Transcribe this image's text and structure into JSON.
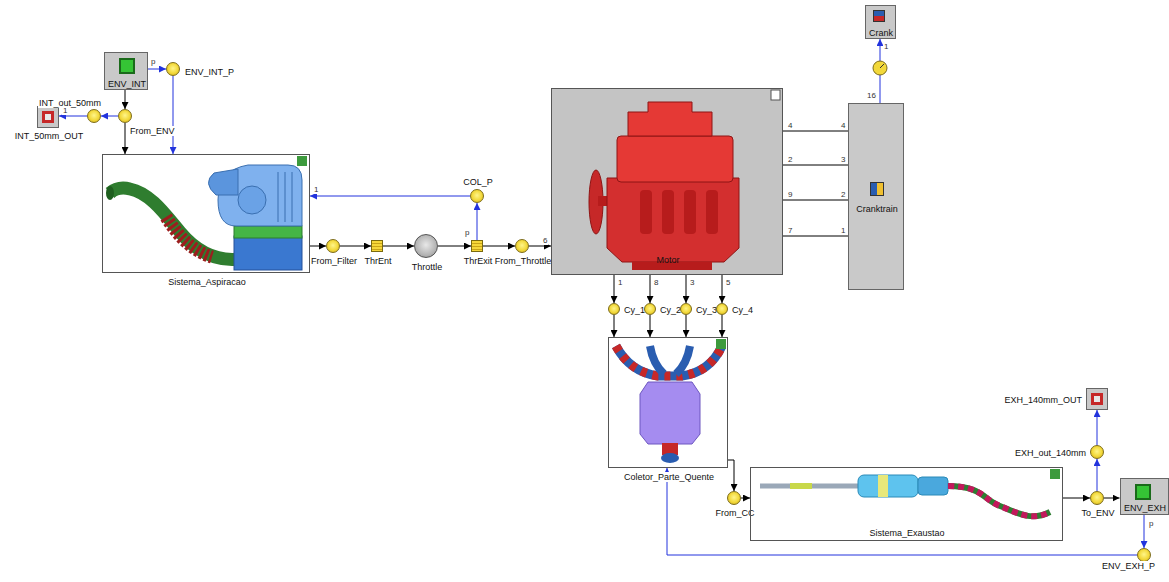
{
  "diagram": {
    "nodes": [
      {
        "text": [
          "ENV_INT"
        ]
      },
      {
        "text": [
          "ENV_INT_P"
        ]
      },
      {
        "text": [
          "INT_50mm_OUT"
        ]
      },
      {
        "text": [
          "INT_out_50mm"
        ]
      },
      {
        "text": [
          "From_ENV"
        ]
      },
      {
        "text": [
          "Sistema_Aspiracao"
        ]
      },
      {
        "text": [
          "COL_P"
        ]
      },
      {
        "text": [
          "From_Filter"
        ]
      },
      {
        "text": [
          "ThrEnt"
        ]
      },
      {
        "text": [
          "Throttle"
        ]
      },
      {
        "text": [
          "ThrExit"
        ]
      },
      {
        "text": [
          "From_Throttle"
        ]
      },
      {
        "text": [
          "Motor"
        ]
      },
      {
        "text": [
          "Crank"
        ]
      },
      {
        "text": [
          "Cranktrain"
        ]
      },
      {
        "text": [
          "Cy_1"
        ]
      },
      {
        "text": [
          "Cy_2"
        ]
      },
      {
        "text": [
          "Cy_3"
        ]
      },
      {
        "text": [
          "Cy_4"
        ]
      },
      {
        "text": [
          "Coletor_Parte_Quente"
        ]
      },
      {
        "text": [
          "From_CC"
        ]
      },
      {
        "text": [
          "Sistema_Exaustao"
        ]
      },
      {
        "text": [
          "To_ENV"
        ]
      },
      {
        "text": [
          "ENV_EXH"
        ]
      },
      {
        "text": [
          "EXH_140mm_OUT"
        ]
      },
      {
        "text": [
          "EXH_out_140mm"
        ]
      },
      {
        "text": [
          "ENV_EXH_P"
        ]
      }
    ],
    "edges": [
      {
        "from": 0,
        "to": 4,
        "arrow": "to"
      },
      {
        "from": 4,
        "to": 5,
        "arrow": "to"
      },
      {
        "from": 0,
        "to": 1,
        "arrow": "to"
      },
      {
        "from": 1,
        "to": 5,
        "arrow": "to"
      },
      {
        "from": 4,
        "to": 3,
        "arrow": "to"
      },
      {
        "from": 3,
        "to": 2,
        "arrow": "to"
      },
      {
        "from": 5,
        "to": 7,
        "arrow": "to"
      },
      {
        "from": 7,
        "to": 8,
        "arrow": "to"
      },
      {
        "from": 8,
        "to": 9,
        "arrow": "to"
      },
      {
        "from": 9,
        "to": 10,
        "arrow": "to"
      },
      {
        "from": 10,
        "to": 11,
        "arrow": "to"
      },
      {
        "from": 11,
        "to": 12,
        "arrow": "to"
      },
      {
        "from": 10,
        "to": 6,
        "arrow": "to"
      },
      {
        "from": 6,
        "to": 5,
        "arrow": "to"
      },
      {
        "from": 12,
        "to": 14,
        "arrow": "none"
      },
      {
        "from": 12,
        "to": 14,
        "arrow": "none"
      },
      {
        "from": 12,
        "to": 14,
        "arrow": "none"
      },
      {
        "from": 12,
        "to": 14,
        "arrow": "none"
      },
      {
        "from": 14,
        "to": 13,
        "arrow": "to"
      },
      {
        "from": 12,
        "to": 15,
        "arrow": "to"
      },
      {
        "from": 12,
        "to": 16,
        "arrow": "to"
      },
      {
        "from": 12,
        "to": 17,
        "arrow": "to"
      },
      {
        "from": 12,
        "to": 18,
        "arrow": "to"
      },
      {
        "from": 15,
        "to": 19,
        "arrow": "to"
      },
      {
        "from": 16,
        "to": 19,
        "arrow": "to"
      },
      {
        "from": 17,
        "to": 19,
        "arrow": "to"
      },
      {
        "from": 18,
        "to": 19,
        "arrow": "to"
      },
      {
        "from": 19,
        "to": 20,
        "arrow": "to"
      },
      {
        "from": 20,
        "to": 21,
        "arrow": "to"
      },
      {
        "from": 21,
        "to": 22,
        "arrow": "to"
      },
      {
        "from": 22,
        "to": 23,
        "arrow": "to"
      },
      {
        "from": 22,
        "to": 25,
        "arrow": "to"
      },
      {
        "from": 25,
        "to": 24,
        "arrow": "to"
      },
      {
        "from": 23,
        "to": 26,
        "arrow": "to"
      },
      {
        "from": 26,
        "to": 19,
        "arrow": "to"
      }
    ],
    "labels": [
      "p",
      "1",
      "1",
      "p",
      "6",
      "4",
      "2",
      "9",
      "7",
      "4",
      "3",
      "2",
      "1",
      "16",
      "1",
      "1",
      "8",
      "3",
      "5",
      "p"
    ]
  }
}
